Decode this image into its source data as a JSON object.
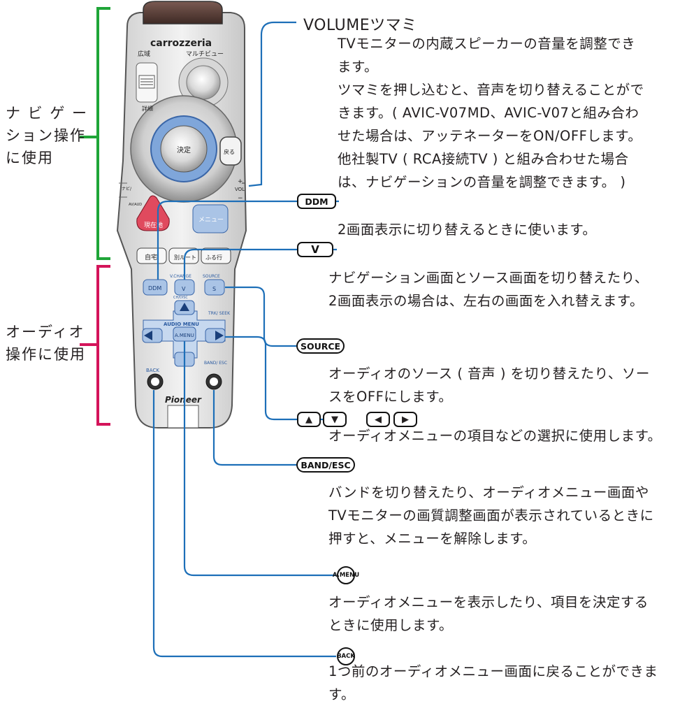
{
  "side_labels": {
    "navi_line1": "ナ ビ ゲ ー",
    "navi_line2": "ション操作",
    "navi_line3": "に使用",
    "audio_line1": "オーディオ",
    "audio_line2": "操作に使用"
  },
  "remote": {
    "brand": "carrozzeria",
    "wide": "広域",
    "multiview": "マルチビュー",
    "detail": "詳細",
    "enter": "決定",
    "back_navi": "戻る",
    "vol": "VOL",
    "plus": "+",
    "minus": "−",
    "navi_side": "ナビ/",
    "av_side": "AV/AUD",
    "current": "現在地",
    "menu": "メニュー",
    "home": "自宅",
    "another": "別ルート",
    "dest": "ふる行",
    "ddm": "DDM",
    "vchange": "V.CHANGE",
    "v_label": "V",
    "source": "SOURCE",
    "s_label": "S",
    "up_label": "CH/DISC",
    "trk_seek": "TRK/ SEEK",
    "audio_menu": "AUDIO MENU",
    "amenu": "A.MENU",
    "back": "BACK",
    "band_esc": "BAND/ ESC",
    "pioneer": "Pioneer"
  },
  "sections": {
    "volume": {
      "heading": "VOLUMEツマミ",
      "lines": [
        "TVモニターの内蔵スピーカーの音量を調整でき",
        "ます。",
        "ツマミを押し込むと、音声を切り替えることがで",
        "きます。( AVIC-V07MD、AVIC-V07と組み合わ",
        "せた場合は、アッテネーターをON/OFFします。",
        "他社製TV ( RCA接続TV ) と組み合わせた場合",
        "は、ナビゲーションの音量を調整できます。 )"
      ]
    },
    "ddm": {
      "key": "DDM",
      "lines": [
        "2画面表示に切り替えるときに使います。"
      ]
    },
    "v": {
      "key": "V",
      "lines": [
        "ナビゲーション画面とソース画面を切り替えたり、",
        "2画面表示の場合は、左右の画面を入れ替えます。"
      ]
    },
    "source": {
      "key": "SOURCE",
      "lines": [
        "オーディオのソース ( 音声 ) を切り替えたり、ソー",
        "スをOFFにします。"
      ]
    },
    "arrows": {
      "keys": [
        "▲",
        "▼",
        "◀",
        "▶"
      ],
      "lines": [
        "オーディオメニューの項目などの選択に使用します。"
      ]
    },
    "band": {
      "key": "BAND/ESC",
      "lines": [
        "バンドを切り替えたり、オーディオメニュー画面や",
        "TVモニターの画質調整画面が表示されているときに",
        "押すと、メニューを解除します。"
      ]
    },
    "amenu": {
      "key": "A.MENU",
      "lines": [
        "オーディオメニューを表示したり、項目を決定する",
        "ときに使用します。"
      ]
    },
    "back": {
      "key": "BACK",
      "lines": [
        "1つ前のオーディオメニュー画面に戻ることができます。"
      ]
    }
  },
  "colors": {
    "navi_bracket": "#1fa538",
    "audio_bracket": "#d4145a",
    "leader": "#1d6fb8",
    "remote_body": "#e8e8e8",
    "remote_blue": "#aac4e6",
    "remote_red": "#e04a5e"
  }
}
